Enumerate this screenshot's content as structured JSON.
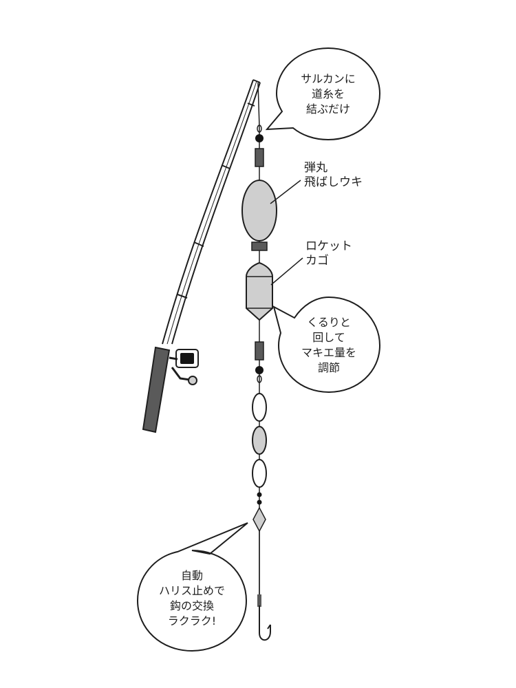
{
  "bubbles": {
    "swivel": [
      "サルカンに",
      "道糸を",
      "結ぶだけ"
    ],
    "adjust": [
      "くるりと",
      "回して",
      "マキエ量を",
      "調節"
    ],
    "stopper": [
      "自動",
      "ハリス止めで",
      "鈎の交換",
      "ラクラク!"
    ]
  },
  "labels": {
    "float": [
      "弾丸",
      "飛ばしウキ"
    ],
    "cage": [
      "ロケット",
      "カゴ"
    ]
  },
  "colors": {
    "ink": "#1e1e1e",
    "gray_fill": "#cfcfcf",
    "dark_fill": "#5a5a5a",
    "bead_black": "#141414"
  }
}
